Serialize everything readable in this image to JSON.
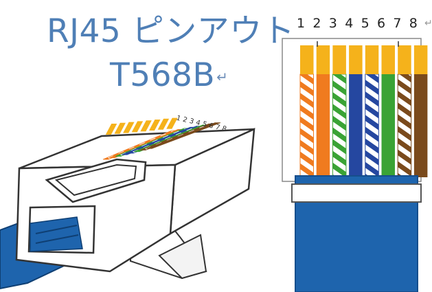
{
  "title": {
    "line1": "RJ45 ピンアウト",
    "line2": "T568B",
    "return_mark": "↵"
  },
  "pin_labels": [
    "1",
    "2",
    "3",
    "4",
    "5",
    "6",
    "7",
    "8"
  ],
  "trailing_mark": "↵",
  "wires": [
    {
      "pin": "1",
      "color": "orange-white",
      "main": "#f07b1f",
      "stripe": true
    },
    {
      "pin": "2",
      "color": "orange",
      "main": "#f07b1f",
      "stripe": false
    },
    {
      "pin": "3",
      "color": "green-white",
      "main": "#3aa335",
      "stripe": true
    },
    {
      "pin": "4",
      "color": "blue",
      "main": "#2547a0",
      "stripe": false
    },
    {
      "pin": "5",
      "color": "blue-white",
      "main": "#2547a0",
      "stripe": true
    },
    {
      "pin": "6",
      "color": "green",
      "main": "#3aa335",
      "stripe": false
    },
    {
      "pin": "7",
      "color": "brown-white",
      "main": "#7a4a1c",
      "stripe": true
    },
    {
      "pin": "8",
      "color": "brown",
      "main": "#7a4a1c",
      "stripe": false
    }
  ],
  "colors": {
    "title": "#4f7fb6",
    "contact": "#f5b21b",
    "cable": "#1e64ad",
    "cable_dark": "#164e8c"
  }
}
